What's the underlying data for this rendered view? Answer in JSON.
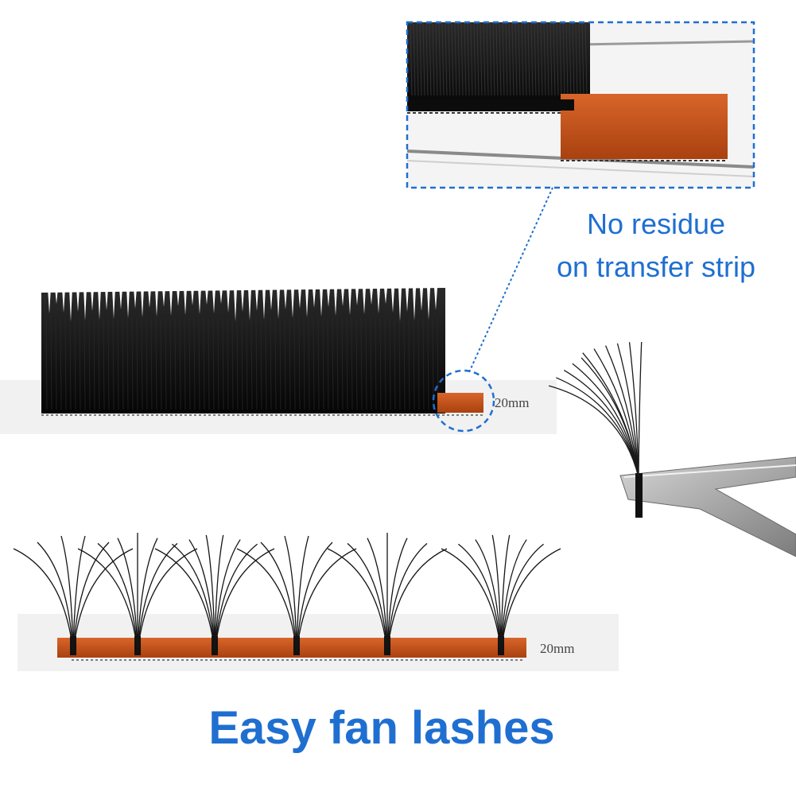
{
  "captions": {
    "residue_line1": "No residue",
    "residue_line2": "on transfer strip",
    "fan": "Easy fan lashes"
  },
  "labels": {
    "length_top": "20mm",
    "length_bottom": "20mm"
  },
  "colors": {
    "accent_blue": "#1f6fd1",
    "lash_black": "#111111",
    "strip_orange": "#c4541a"
  }
}
